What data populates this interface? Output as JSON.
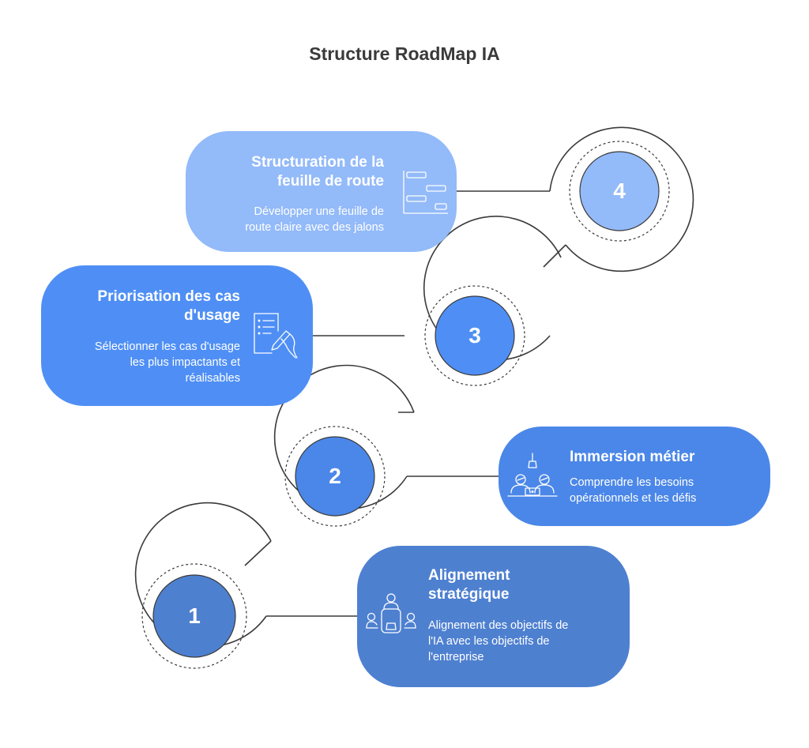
{
  "title": "Structure RoadMap IA",
  "colors": {
    "step1": "#4e80d0",
    "step2": "#4b87e8",
    "step3": "#4f8ff5",
    "step4": "#93baf9",
    "connector": "#3a3a3a"
  },
  "steps": [
    {
      "number": "1",
      "title_lines": [
        "Alignement",
        "stratégique"
      ],
      "desc_lines": [
        "Alignement des objectifs de",
        "l'IA avec les objectifs de",
        "l'entreprise"
      ],
      "icon": "meeting-table-icon"
    },
    {
      "number": "2",
      "title_lines": [
        "Immersion métier"
      ],
      "desc_lines": [
        "Comprendre les besoins",
        "opérationnels et les défis"
      ],
      "icon": "team-workshop-icon"
    },
    {
      "number": "3",
      "title_lines": [
        "Priorisation des cas",
        "d'usage"
      ],
      "desc_lines": [
        "Sélectionner les cas d'usage",
        "les plus impactants et",
        "réalisables"
      ],
      "icon": "checklist-pen-icon"
    },
    {
      "number": "4",
      "title_lines": [
        "Structuration de la",
        "feuille de route"
      ],
      "desc_lines": [
        "Développer une feuille de",
        "route claire avec des jalons"
      ],
      "icon": "gantt-chart-icon"
    }
  ]
}
